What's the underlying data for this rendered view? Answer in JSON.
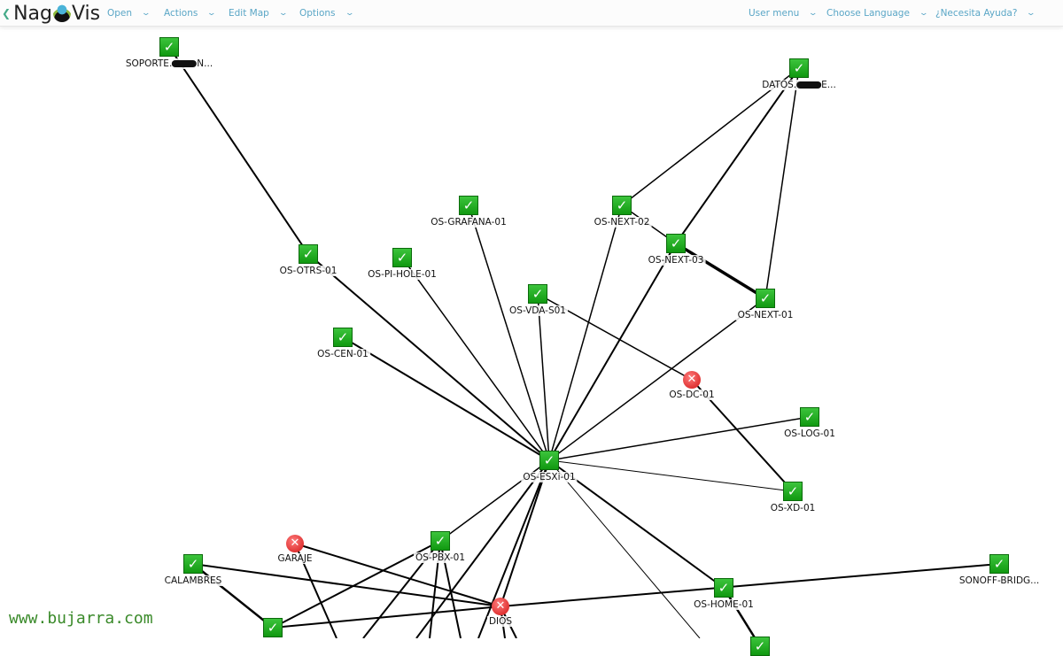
{
  "header": {
    "logo": "NagVis",
    "menus": {
      "open": "Open",
      "actions": "Actions",
      "edit_map": "Edit Map",
      "options": "Options",
      "user_menu": "User menu",
      "language": "Choose Language",
      "help": "¿Necesita Ayuda?"
    }
  },
  "nodes": {
    "soporte": {
      "prefix": "SOPORTE.",
      "suffix": "N...",
      "state": "ok"
    },
    "datos": {
      "prefix": "DATOS.",
      "suffix": "E...",
      "state": "ok"
    },
    "grafana": {
      "label": "OS-GRAFANA-01",
      "state": "ok"
    },
    "next02": {
      "label": "OS-NEXT-02",
      "state": "ok"
    },
    "next03": {
      "label": "OS-NEXT-03",
      "state": "ok"
    },
    "otrs": {
      "label": "OS-OTRS-01",
      "state": "ok"
    },
    "pihole": {
      "label": "OS-PI-HOLE-01",
      "state": "ok"
    },
    "vda": {
      "label": "OS-VDA-S01",
      "state": "ok"
    },
    "next01": {
      "label": "OS-NEXT-01",
      "state": "ok"
    },
    "cen": {
      "label": "OS-CEN-01",
      "state": "ok"
    },
    "dc": {
      "label": "OS-DC-01",
      "state": "critical"
    },
    "log": {
      "label": "OS-LOG-01",
      "state": "ok"
    },
    "esxi": {
      "label": "OS-ESXi-01",
      "state": "ok"
    },
    "xd": {
      "label": "OS-XD-01",
      "state": "ok"
    },
    "garaje": {
      "label": "GARAJE",
      "state": "critical"
    },
    "pbx": {
      "label": "OS-PBX-01",
      "state": "ok"
    },
    "calambres": {
      "label": "CALAMBRES",
      "state": "ok"
    },
    "sonoff": {
      "label": "SONOFF-BRIDG...",
      "state": "ok"
    },
    "home": {
      "label": "OS-HOME-01",
      "state": "ok"
    },
    "dios": {
      "label": "DIOS",
      "state": "critical"
    }
  },
  "watermark": "www.bujarra.com"
}
